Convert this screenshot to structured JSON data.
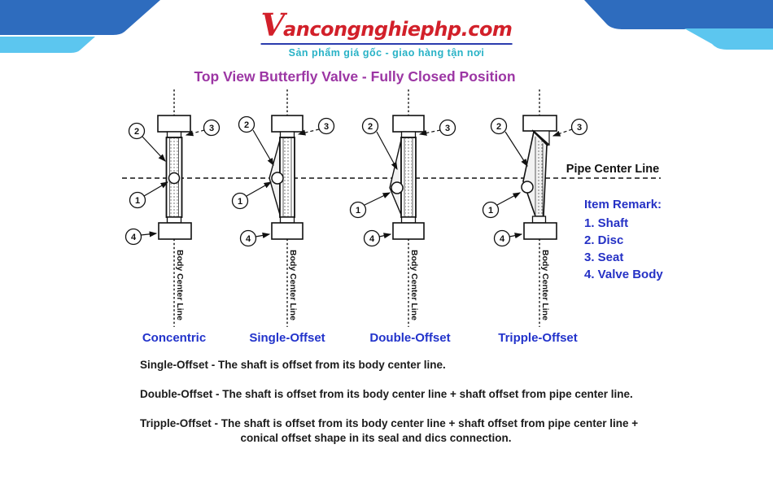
{
  "logo": {
    "initial": "V",
    "brand": "ancongnghiephp.com",
    "tagline": "Sản phẩm giá gốc - giao hàng tận nơi"
  },
  "title": "Top View Butterfly Valve - Fully Closed Position",
  "diagram": {
    "pipe_center_line": "Pipe Center Line",
    "body_center_line": "Body Center Line",
    "callouts": {
      "shaft": "1",
      "disc": "2",
      "seat": "3",
      "valve_body": "4"
    },
    "valves": [
      {
        "label": "Concentric"
      },
      {
        "label": "Single-Offset"
      },
      {
        "label": "Double-Offset"
      },
      {
        "label": "Tripple-Offset"
      }
    ]
  },
  "legend": {
    "title": "Item Remark:",
    "items": [
      "1. Shaft",
      "2. Disc",
      "3. Seat",
      "4. Valve Body"
    ]
  },
  "notes": [
    "Single-Offset - The shaft is offset from its body center line.",
    "Double-Offset - The shaft is offset from its body center line + shaft offset from pipe center line.",
    "Tripple-Offset - The shaft is offset from its body center line + shaft offset from pipe center line +",
    "conical offset shape in its seal and dics connection."
  ],
  "colors": {
    "brand_red": "#d2202a",
    "tagline_teal": "#28b2c6",
    "title_purple": "#9c36a4",
    "label_blue": "#2233cb",
    "header_dark_blue": "#2e6cbe",
    "header_light_blue": "#5cc6ef"
  }
}
